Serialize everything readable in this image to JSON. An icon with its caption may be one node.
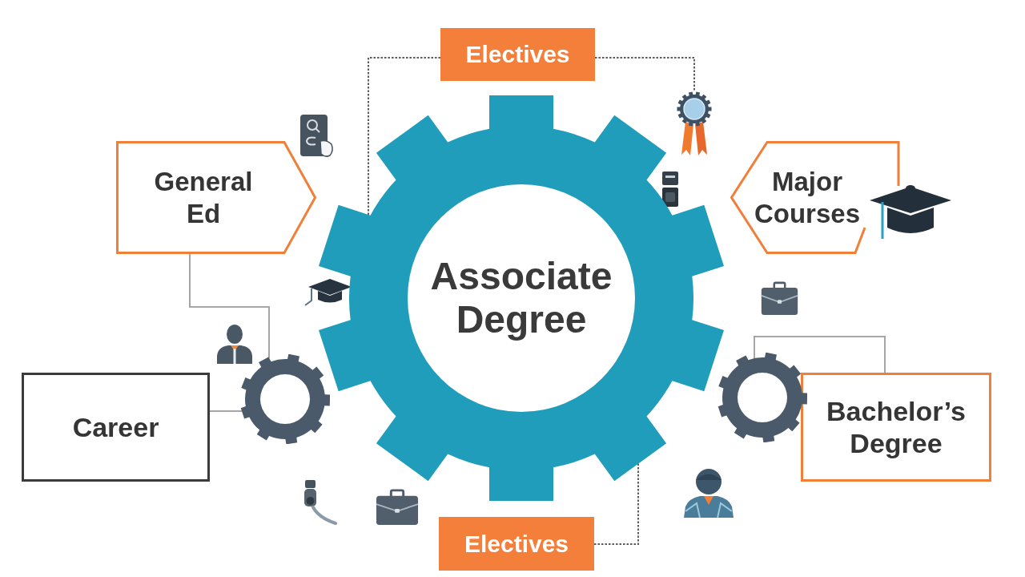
{
  "diagram": {
    "nodes": [
      {
        "text": [
          "Electives"
        ]
      },
      {
        "text": [],
        "shape": "picture"
      },
      {
        "text": [
          "General Ed"
        ]
      },
      {
        "text": [
          "Major Courses"
        ]
      },
      {
        "text": [
          "Associate Degree"
        ]
      },
      {
        "text": [],
        "shape": "gear"
      },
      {
        "text": [
          "Career"
        ]
      },
      {
        "text": [],
        "shape": "gear"
      },
      {
        "text": [
          "Bachelor’s Degree"
        ]
      },
      {
        "text": [
          "Electives"
        ]
      }
    ],
    "edges": [
      {
        "from": 0,
        "to": 4,
        "arrow": "none",
        "style": "dashed"
      },
      {
        "from": 0,
        "to": 1,
        "arrow": "none",
        "style": "dashed"
      },
      {
        "from": 2,
        "to": 5,
        "arrow": "none"
      },
      {
        "from": 6,
        "to": 5,
        "arrow": "none"
      },
      {
        "from": 7,
        "to": 8,
        "arrow": "none"
      },
      {
        "from": 9,
        "to": 4,
        "arrow": "none",
        "style": "dashed"
      }
    ]
  }
}
